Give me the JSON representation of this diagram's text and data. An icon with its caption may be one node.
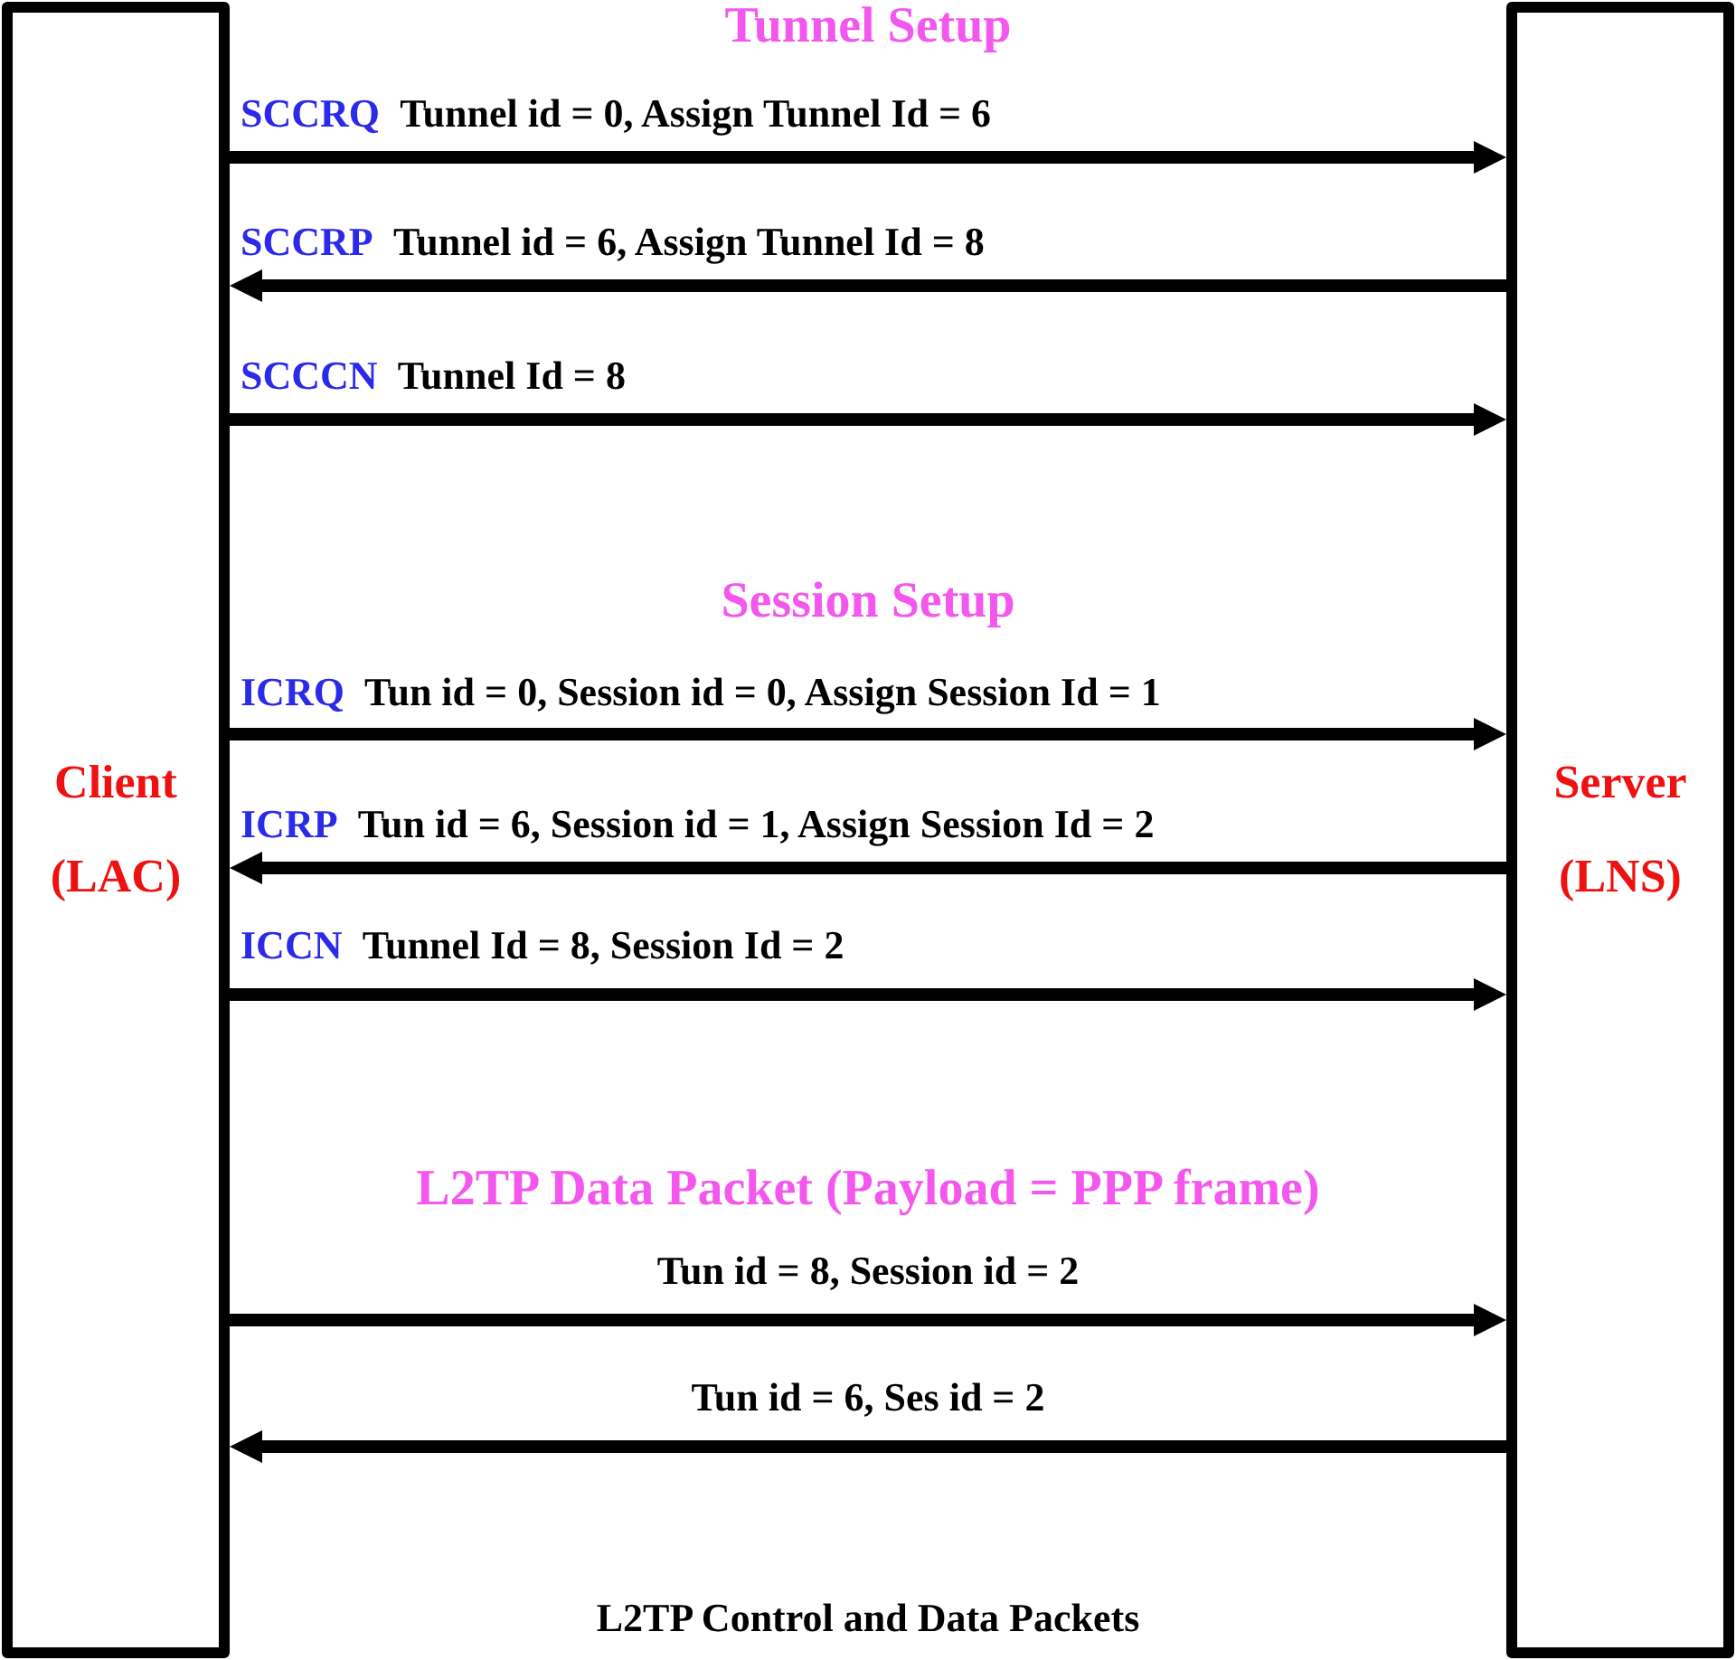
{
  "diagram": {
    "nodes": [
      {
        "text": [
          "Client (LAC)"
        ]
      },
      {
        "text": [
          "Server (LNS)"
        ]
      }
    ],
    "edges": [
      {
        "from": 0,
        "to": 1,
        "arrow": "to",
        "label": "SCCRQ Tunnel id = 0, Assign Tunnel Id = 6"
      },
      {
        "from": 1,
        "to": 0,
        "arrow": "to",
        "label": "SCCRP Tunnel id = 6, Assign Tunnel Id = 8"
      },
      {
        "from": 0,
        "to": 1,
        "arrow": "to",
        "label": "SCCCN Tunnel Id = 8"
      },
      {
        "from": 0,
        "to": 1,
        "arrow": "to",
        "label": "ICRQ Tun id = 0, Session id = 0, Assign Session Id = 1"
      },
      {
        "from": 1,
        "to": 0,
        "arrow": "to",
        "label": "ICRP Tun id = 6, Session id = 1, Assign Session Id = 2"
      },
      {
        "from": 0,
        "to": 1,
        "arrow": "to",
        "label": "ICCN Tunnel Id = 8, Session Id = 2"
      },
      {
        "from": 0,
        "to": 1,
        "arrow": "to",
        "label": "Tun id = 8, Session id = 2"
      },
      {
        "from": 1,
        "to": 0,
        "arrow": "to",
        "label": "Tun id = 6, Ses id = 2"
      }
    ],
    "labels": [
      "Tunnel Setup",
      "Session Setup",
      "L2TP Data Packet (Payload = PPP frame)"
    ],
    "caption": "L2TP Control and Data Packets"
  }
}
